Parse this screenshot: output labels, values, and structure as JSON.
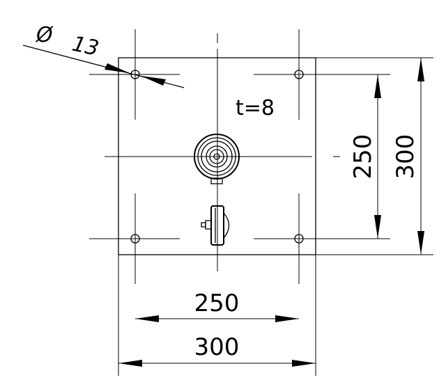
{
  "note": {
    "thickness_label": "t=8"
  },
  "hole": {
    "diameter_symbol": "Ø",
    "diameter_value": "13"
  },
  "dimensions": {
    "horizontal_hole_spacing": "250",
    "horizontal_plate_width": "300",
    "vertical_hole_spacing": "250",
    "vertical_plate_height": "300"
  }
}
